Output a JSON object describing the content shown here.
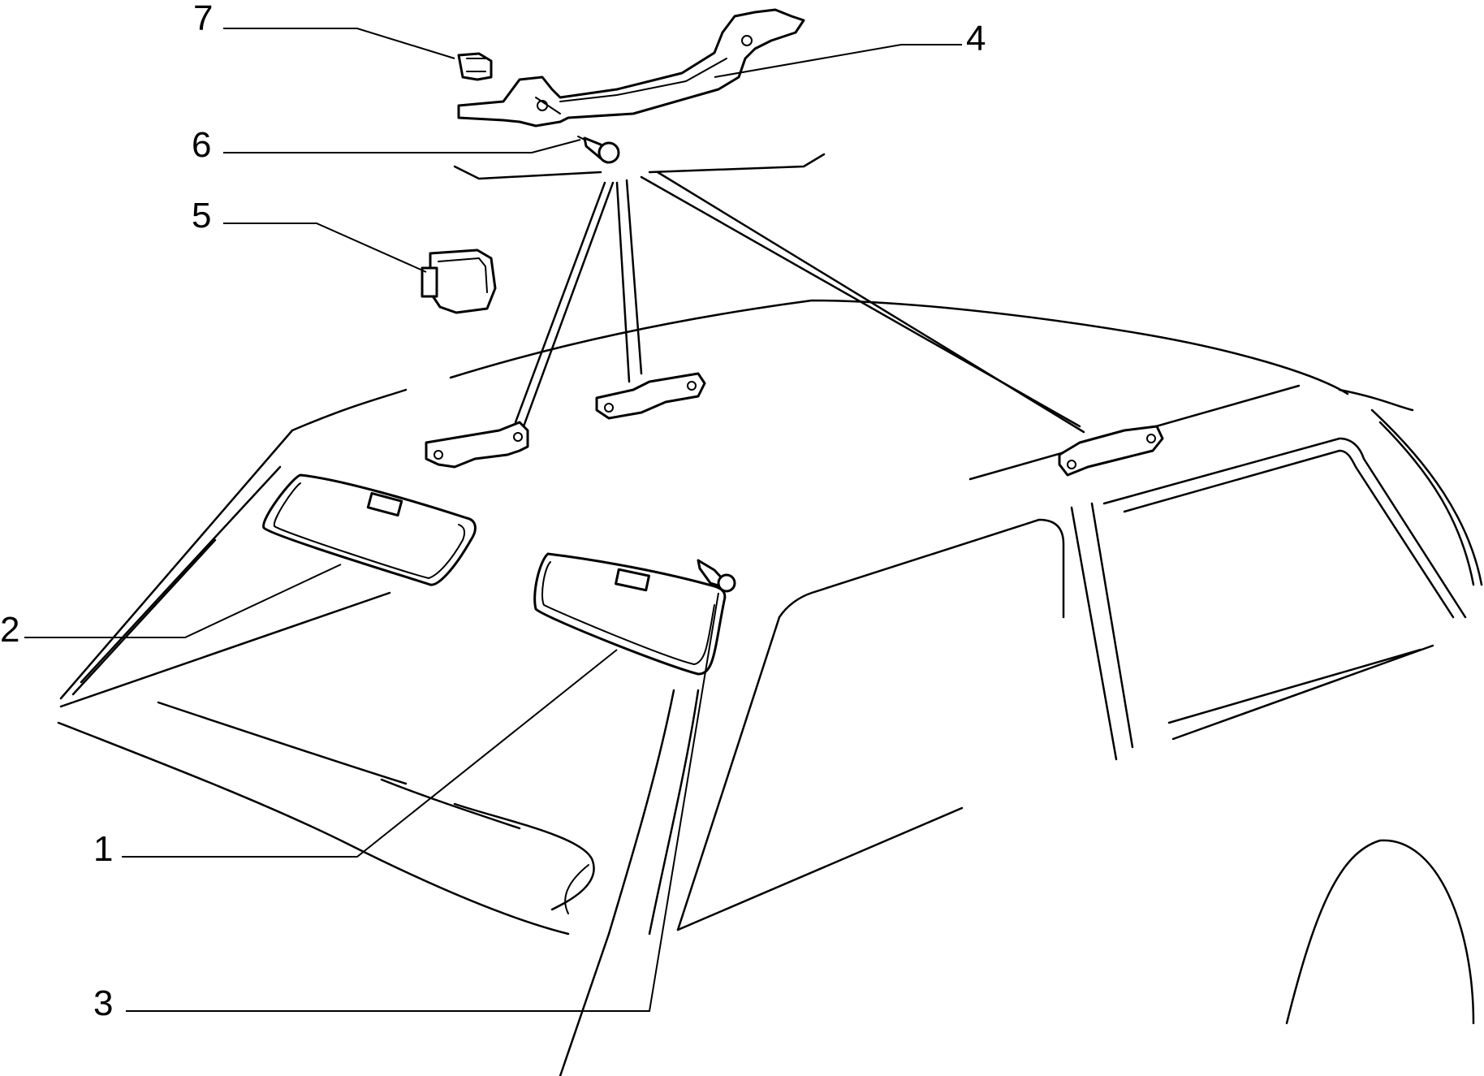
{
  "diagram": {
    "callouts": [
      {
        "id": "1",
        "label": "1"
      },
      {
        "id": "2",
        "label": "2"
      },
      {
        "id": "3",
        "label": "3"
      },
      {
        "id": "4",
        "label": "4"
      },
      {
        "id": "5",
        "label": "5"
      },
      {
        "id": "6",
        "label": "6"
      },
      {
        "id": "7",
        "label": "7"
      }
    ]
  },
  "colors": {
    "line": "#000000",
    "background": "#ffffff"
  }
}
